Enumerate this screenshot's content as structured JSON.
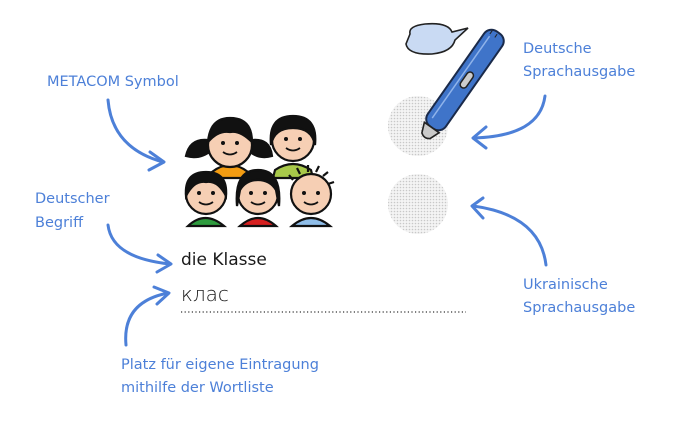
{
  "labels": {
    "metacom_symbol": "METACOM Symbol",
    "german_term_line1": "Deutscher",
    "german_term_line2": "Begriff",
    "own_entry_line1": "Platz für eigene Eintragung",
    "own_entry_line2": "mithilfe der Wortliste",
    "german_audio_line1": "Deutsche",
    "german_audio_line2": "Sprachausgabe",
    "ukrainian_audio_line1": "Ukrainische",
    "ukrainian_audio_line2": "Sprachausgabe"
  },
  "card": {
    "german_word": "die Klasse",
    "ukrainian_word": "клас"
  },
  "colors": {
    "accent": "#4d80d8",
    "pen": "#3f74c9",
    "bubble": "#c9daf3"
  }
}
